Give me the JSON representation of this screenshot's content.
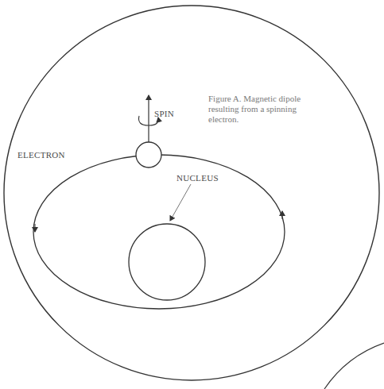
{
  "diagram": {
    "caption": "Figure A. Magnetic dipole resulting from a spinning electron.",
    "labels": [
      "SPIN",
      "ELECTRON",
      "NUCLEUS"
    ]
  }
}
